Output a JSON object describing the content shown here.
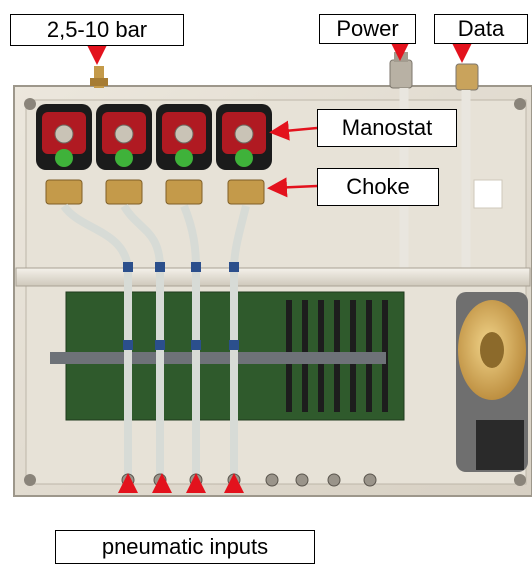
{
  "labels": {
    "pressure": "2,5-10 bar",
    "power": "Power",
    "data": "Data",
    "manostat": "Manostat",
    "choke": "Choke",
    "pneumatic_inputs": "pneumatic inputs"
  },
  "colors": {
    "arrow": "#e3121d",
    "enclosure": "#e4ded3",
    "manostat_body": "#b01a22",
    "knob": "#3fb23a",
    "choke_brass": "#c49a4a",
    "pcb": "#2f5a2c",
    "tubing": "#d7dbd6",
    "transformer": "#d7a84e"
  }
}
